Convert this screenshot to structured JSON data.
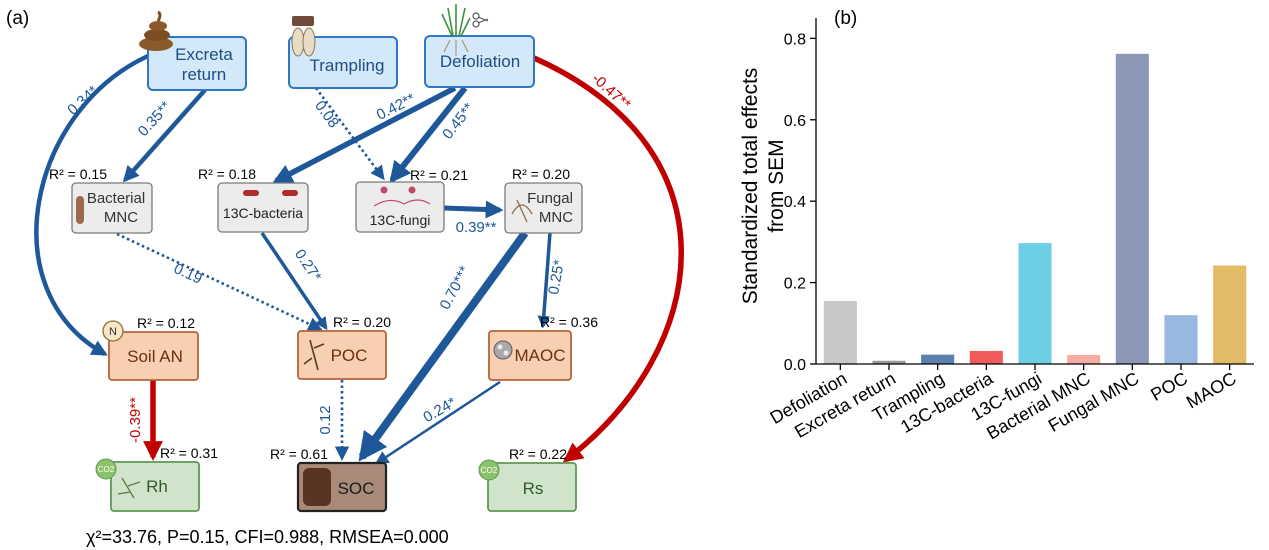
{
  "panel_a": {
    "label": "(a)",
    "fit_stats": "χ²=33.76, P=0.15, CFI=0.988, RMSEA=0.000",
    "nodes": {
      "excreta_line1": "Excreta",
      "excreta_line2": "return",
      "trampling": "Trampling",
      "defoliation": "Defoliation",
      "bacterial_line1": "Bacterial",
      "bacterial_line2": "MNC",
      "c13_bacteria": "13C-bacteria",
      "c13_fungi": "13C-fungi",
      "fungal_line1": "Fungal",
      "fungal_line2": "MNC",
      "soil_an": "Soil AN",
      "poc": "POC",
      "maoc": "MAOC",
      "rh": "Rh",
      "soc": "SOC",
      "rs": "Rs",
      "n_badge": "N",
      "co2_badge": "CO2"
    },
    "r2": {
      "bacterial": "R² = 0.15",
      "c13_bacteria": "R² = 0.18",
      "c13_fungi": "R² = 0.21",
      "fungal": "R² = 0.20",
      "soil_an": "R² = 0.12",
      "poc": "R² = 0.20",
      "maoc": "R² = 0.36",
      "rh": "R² = 0.31",
      "soc": "R² = 0.61",
      "rs": "R² = 0.22"
    },
    "paths": [
      {
        "from": "Excreta return",
        "to": "Soil AN",
        "coef": "0.34*",
        "sign": "positive",
        "significant": true
      },
      {
        "from": "Excreta return",
        "to": "Bacterial MNC",
        "coef": "0.35**",
        "sign": "positive",
        "significant": true
      },
      {
        "from": "Trampling",
        "to": "13C-fungi",
        "coef": "0.08",
        "sign": "positive",
        "significant": false
      },
      {
        "from": "Defoliation",
        "to": "13C-bacteria",
        "coef": "0.42**",
        "sign": "positive",
        "significant": true
      },
      {
        "from": "Defoliation",
        "to": "13C-fungi",
        "coef": "0.45**",
        "sign": "positive",
        "significant": true
      },
      {
        "from": "Defoliation",
        "to": "Rs",
        "coef": "-0.47**",
        "sign": "negative",
        "significant": true
      },
      {
        "from": "13C-fungi",
        "to": "Fungal MNC",
        "coef": "0.39**",
        "sign": "positive",
        "significant": true
      },
      {
        "from": "Bacterial MNC",
        "to": "POC",
        "coef": "0.19",
        "sign": "positive",
        "significant": false
      },
      {
        "from": "13C-bacteria",
        "to": "POC",
        "coef": "0.27*",
        "sign": "positive",
        "significant": true
      },
      {
        "from": "Fungal MNC",
        "to": "SOC",
        "coef": "0.70***",
        "sign": "positive",
        "significant": true
      },
      {
        "from": "Fungal MNC",
        "to": "MAOC",
        "coef": "0.25*",
        "sign": "positive",
        "significant": true
      },
      {
        "from": "Soil AN",
        "to": "Rh",
        "coef": "-0.39**",
        "sign": "negative",
        "significant": true
      },
      {
        "from": "POC",
        "to": "SOC",
        "coef": "0.12",
        "sign": "positive",
        "significant": false
      },
      {
        "from": "MAOC",
        "to": "SOC",
        "coef": "0.24*",
        "sign": "positive",
        "significant": true
      }
    ]
  },
  "chart_data": {
    "type": "bar",
    "panel_label": "(b)",
    "ylabel": "Standardized total effects from SEM",
    "ylabel_lines": [
      "Standardized total effects",
      "from SEM"
    ],
    "ylim": [
      0,
      0.85
    ],
    "yticks": [
      "0.0",
      "0.2",
      "0.4",
      "0.6",
      "0.8"
    ],
    "ytick_values": [
      0.0,
      0.2,
      0.4,
      0.6,
      0.8
    ],
    "categories": [
      "Defoliation",
      "Excreta return",
      "Trampling",
      "13C-bacteria",
      "13C-fungi",
      "Bacterial MNC",
      "Fungal MNC",
      "POC",
      "MAOC"
    ],
    "values": [
      0.155,
      0.008,
      0.023,
      0.032,
      0.297,
      0.022,
      0.762,
      0.12,
      0.242
    ],
    "colors": [
      "#c8c8c8",
      "#9a9a9a",
      "#5b7fae",
      "#ef5b5b",
      "#6dcfe3",
      "#f5aca2",
      "#8b98b7",
      "#99b8e0",
      "#e2bb66"
    ],
    "grid": false,
    "legend": "none"
  },
  "colors": {
    "positive": "#1f5898",
    "negative": "#c00000",
    "exo_fill": "#d3e8f8",
    "exo_stroke": "#2e77c4",
    "micro_fill": "#ececec",
    "carbon_fill": "#f8cfb0",
    "carbon_stroke": "#b5633a",
    "flux_fill": "#d0e4cb",
    "flux_stroke": "#5f9856",
    "soc_fill": "#a98a78"
  }
}
